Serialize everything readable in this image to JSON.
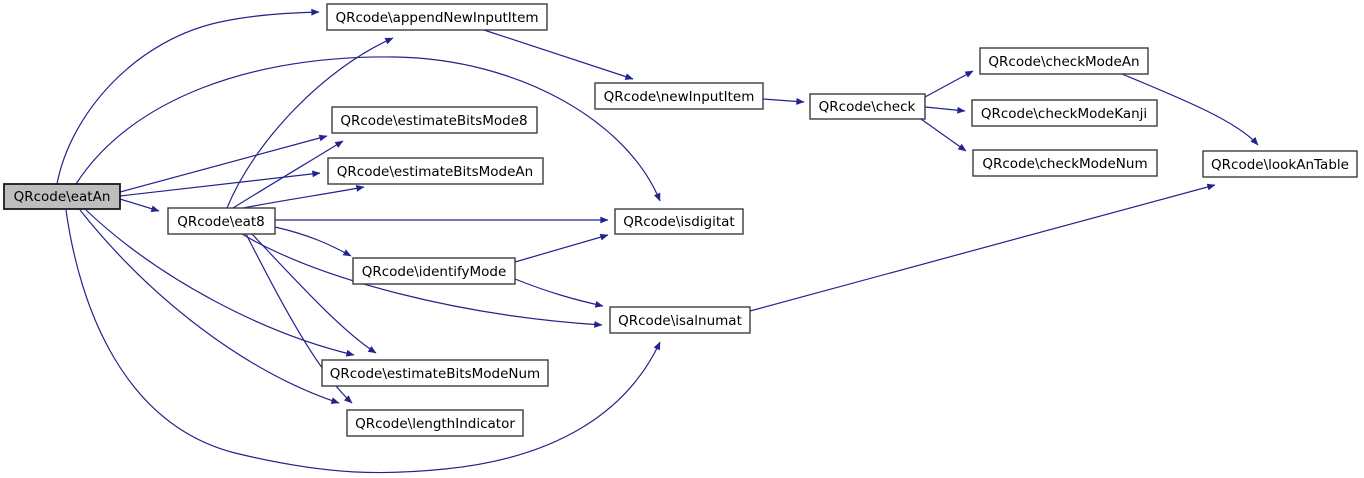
{
  "diagram": {
    "type": "call-graph",
    "nodes": [
      {
        "id": "eatAn",
        "label": "QRcode\\eatAn",
        "highlighted": true
      },
      {
        "id": "eat8",
        "label": "QRcode\\eat8",
        "highlighted": false
      },
      {
        "id": "appendNewInputItem",
        "label": "QRcode\\appendNewInputItem",
        "highlighted": false
      },
      {
        "id": "estimateBitsMode8",
        "label": "QRcode\\estimateBitsMode8",
        "highlighted": false
      },
      {
        "id": "estimateBitsModeAn",
        "label": "QRcode\\estimateBitsModeAn",
        "highlighted": false
      },
      {
        "id": "newInputItem",
        "label": "QRcode\\newInputItem",
        "highlighted": false
      },
      {
        "id": "isdigitat",
        "label": "QRcode\\isdigitat",
        "highlighted": false
      },
      {
        "id": "identifyMode",
        "label": "QRcode\\identifyMode",
        "highlighted": false
      },
      {
        "id": "isalnumat",
        "label": "QRcode\\isalnumat",
        "highlighted": false
      },
      {
        "id": "estimateBitsModeNum",
        "label": "QRcode\\estimateBitsModeNum",
        "highlighted": false
      },
      {
        "id": "lengthIndicator",
        "label": "QRcode\\lengthIndicator",
        "highlighted": false
      },
      {
        "id": "check",
        "label": "QRcode\\check",
        "highlighted": false
      },
      {
        "id": "checkModeAn",
        "label": "QRcode\\checkModeAn",
        "highlighted": false
      },
      {
        "id": "checkModeKanji",
        "label": "QRcode\\checkModeKanji",
        "highlighted": false
      },
      {
        "id": "checkModeNum",
        "label": "QRcode\\checkModeNum",
        "highlighted": false
      },
      {
        "id": "lookAnTable",
        "label": "QRcode\\lookAnTable",
        "highlighted": false
      }
    ],
    "edges": [
      {
        "from": "eatAn",
        "to": "appendNewInputItem"
      },
      {
        "from": "eatAn",
        "to": "eat8"
      },
      {
        "from": "eatAn",
        "to": "estimateBitsMode8"
      },
      {
        "from": "eatAn",
        "to": "estimateBitsModeAn"
      },
      {
        "from": "eatAn",
        "to": "isdigitat"
      },
      {
        "from": "eatAn",
        "to": "estimateBitsModeNum"
      },
      {
        "from": "eatAn",
        "to": "lengthIndicator"
      },
      {
        "from": "eatAn",
        "to": "isalnumat"
      },
      {
        "from": "eat8",
        "to": "appendNewInputItem"
      },
      {
        "from": "eat8",
        "to": "estimateBitsMode8"
      },
      {
        "from": "eat8",
        "to": "estimateBitsModeAn"
      },
      {
        "from": "eat8",
        "to": "isdigitat"
      },
      {
        "from": "eat8",
        "to": "identifyMode"
      },
      {
        "from": "eat8",
        "to": "isalnumat"
      },
      {
        "from": "eat8",
        "to": "estimateBitsModeNum"
      },
      {
        "from": "eat8",
        "to": "lengthIndicator"
      },
      {
        "from": "appendNewInputItem",
        "to": "newInputItem"
      },
      {
        "from": "newInputItem",
        "to": "check"
      },
      {
        "from": "check",
        "to": "checkModeAn"
      },
      {
        "from": "check",
        "to": "checkModeKanji"
      },
      {
        "from": "check",
        "to": "checkModeNum"
      },
      {
        "from": "checkModeAn",
        "to": "lookAnTable"
      },
      {
        "from": "isalnumat",
        "to": "lookAnTable"
      },
      {
        "from": "identifyMode",
        "to": "isdigitat"
      },
      {
        "from": "identifyMode",
        "to": "isalnumat"
      }
    ],
    "colors": {
      "edge": "#23238e",
      "node_border": "#3c3c3c",
      "node_fill": "#ffffff",
      "highlight_fill": "#bebebe",
      "background": "#ffffff",
      "text": "#000000"
    }
  }
}
